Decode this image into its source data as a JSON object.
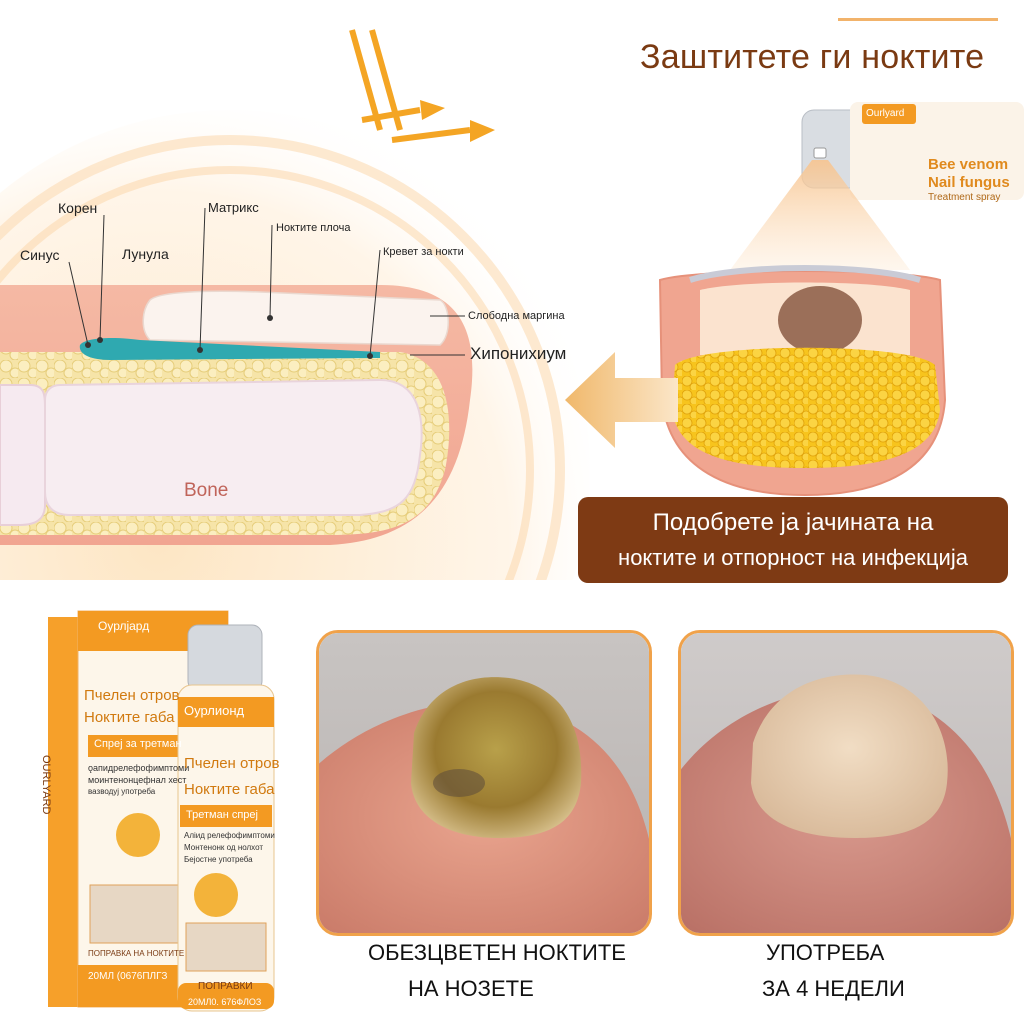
{
  "heading": "Заштитете ги ноктите",
  "anatomy": {
    "labels": {
      "sinus": "Синус",
      "root": "Корен",
      "lunula": "Лунула",
      "matrix": "Матрикс",
      "nail_plate": "Ноктите плоча",
      "nail_bed": "Кревет за нокти",
      "free_margin": "Слободна маргина",
      "hyponychium": "Хипонихиум",
      "bone": "Воnе"
    }
  },
  "spray_bottle": {
    "brand": "Ourlyard",
    "line1": "Bee venom",
    "line2": "Nail fungus",
    "line3": "Treatment spray"
  },
  "callout": {
    "line1": "Подобрете ја јачината на",
    "line2": "ноктите и отпорност на инфекција"
  },
  "product": {
    "box_brand": "Оурлјард",
    "box_title1": "Пчелен отров",
    "box_title2": "Ноктите габа",
    "box_subtitle": "Спреј за третман",
    "box_bullet1": "ǫапидрелефофимптоми",
    "box_bullet2": "моинтенонцефнал хест",
    "box_bullet3": "вазводуј употреба",
    "box_side": "OURLYARD",
    "box_bottom": "ПОПРАВКА НА НОКТИТЕ",
    "box_volume": "20МЛ (0676ПЛГЗ",
    "bottle_brand": "Оурлионд",
    "bottle_title1": "Пчелен отров",
    "bottle_title2": "Ноктите габа",
    "bottle_subtitle": "Третман спреј",
    "bottle_bullet1": "Аліид релефофимптоми",
    "bottle_bullet2": "Монтенонк од нолхот",
    "bottle_bullet3": "Бејостне употреба",
    "bottle_bottom": "ПОПРАВКИ",
    "bottle_volume": "20МЛ0. 676ФЛОЗ"
  },
  "captions": {
    "before_line1": "ОБЕЗЦВЕТЕН НОКТИТЕ",
    "before_line2": "НА НОЗЕТЕ",
    "after_line1": "УПОТРЕБА",
    "after_line2": "ЗА 4 НЕДЕЛИ"
  },
  "colors": {
    "heading": "#7a3a12",
    "callout_bg": "#7e3a14",
    "frame_border": "#f0a24a",
    "accent_orange": "#f39a22"
  }
}
